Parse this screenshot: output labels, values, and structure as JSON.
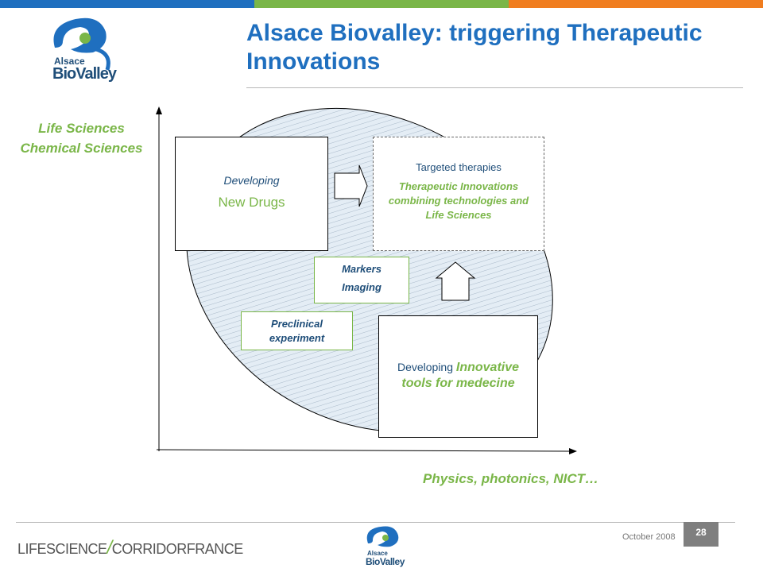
{
  "header": {
    "title": "Alsace Biovalley: triggering Therapeutic Innovations",
    "logo_text_line1": "Alsace",
    "logo_text_line2": "BioValley"
  },
  "colors": {
    "bar_blue": "#1f6fbf",
    "bar_green": "#7ab648",
    "bar_orange": "#f07d1f",
    "title_blue": "#1f6fbf",
    "accent_green": "#7ab648",
    "text_navy": "#1f4e79"
  },
  "axes": {
    "y_label_1": "Life Sciences",
    "y_label_2": "Chemical Sciences",
    "x_label": "Physics, photonics, NICT…"
  },
  "boxes": {
    "new_drugs": {
      "line1": "Developing",
      "line2": "New Drugs"
    },
    "targeted": {
      "line1": "Targeted therapies",
      "line2": "Therapeutic Innovations combining technologies and Life Sciences"
    },
    "markers": {
      "line1": "Markers",
      "line2": "Imaging"
    },
    "preclinical": {
      "text": "Preclinical experiment"
    },
    "tools": {
      "prefix": "Developing ",
      "highlight": "Innovative tools for medecine"
    }
  },
  "footer": {
    "brand_left": "LIFE",
    "brand_mid": "SCIENCE",
    "brand_right": "CORRIDOR",
    "brand_end": "FRANCE",
    "date": "October 2008",
    "page": "28",
    "logo_text_line1": "Alsace",
    "logo_text_line2": "BioValley"
  }
}
